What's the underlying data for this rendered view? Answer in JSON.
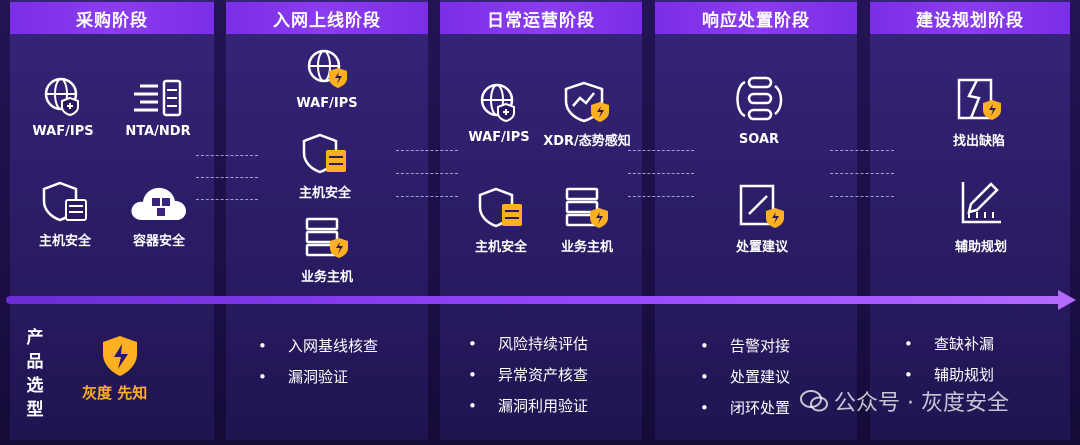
{
  "stages": [
    {
      "title": "采购阶段"
    },
    {
      "title": "入网上线阶段"
    },
    {
      "title": "日常运营阶段"
    },
    {
      "title": "响应处置阶段"
    },
    {
      "title": "建设规划阶段"
    }
  ],
  "stage1": {
    "items": [
      "WAF/IPS",
      "NTA/NDR",
      "主机安全",
      "容器安全"
    ]
  },
  "stage2": {
    "items": [
      "WAF/IPS",
      "主机安全",
      "业务主机"
    ]
  },
  "stage3": {
    "items": [
      "WAF/IPS",
      "XDR/态势感知",
      "主机安全",
      "业务主机"
    ]
  },
  "stage4": {
    "items": [
      "SOAR",
      "处置建议"
    ]
  },
  "stage5": {
    "items": [
      "找出缺陷",
      "辅助规划"
    ]
  },
  "product": {
    "label": "产品选型",
    "brand": "灰度 先知"
  },
  "bullet_glyph": "•",
  "bullets": {
    "stage2": [
      "入网基线核查",
      "漏洞验证"
    ],
    "stage3": [
      "风险持续评估",
      "异常资产核查",
      "漏洞利用验证"
    ],
    "stage4": [
      "告警对接",
      "处置建议",
      "闭环处置"
    ],
    "stage5": [
      "查缺补漏",
      "辅助规划"
    ]
  },
  "watermark": {
    "text": "公众号 · 灰度安全"
  },
  "colors": {
    "header": "#8c3cf0",
    "accent": "#ffb020",
    "timeline": "#9a4bff"
  }
}
